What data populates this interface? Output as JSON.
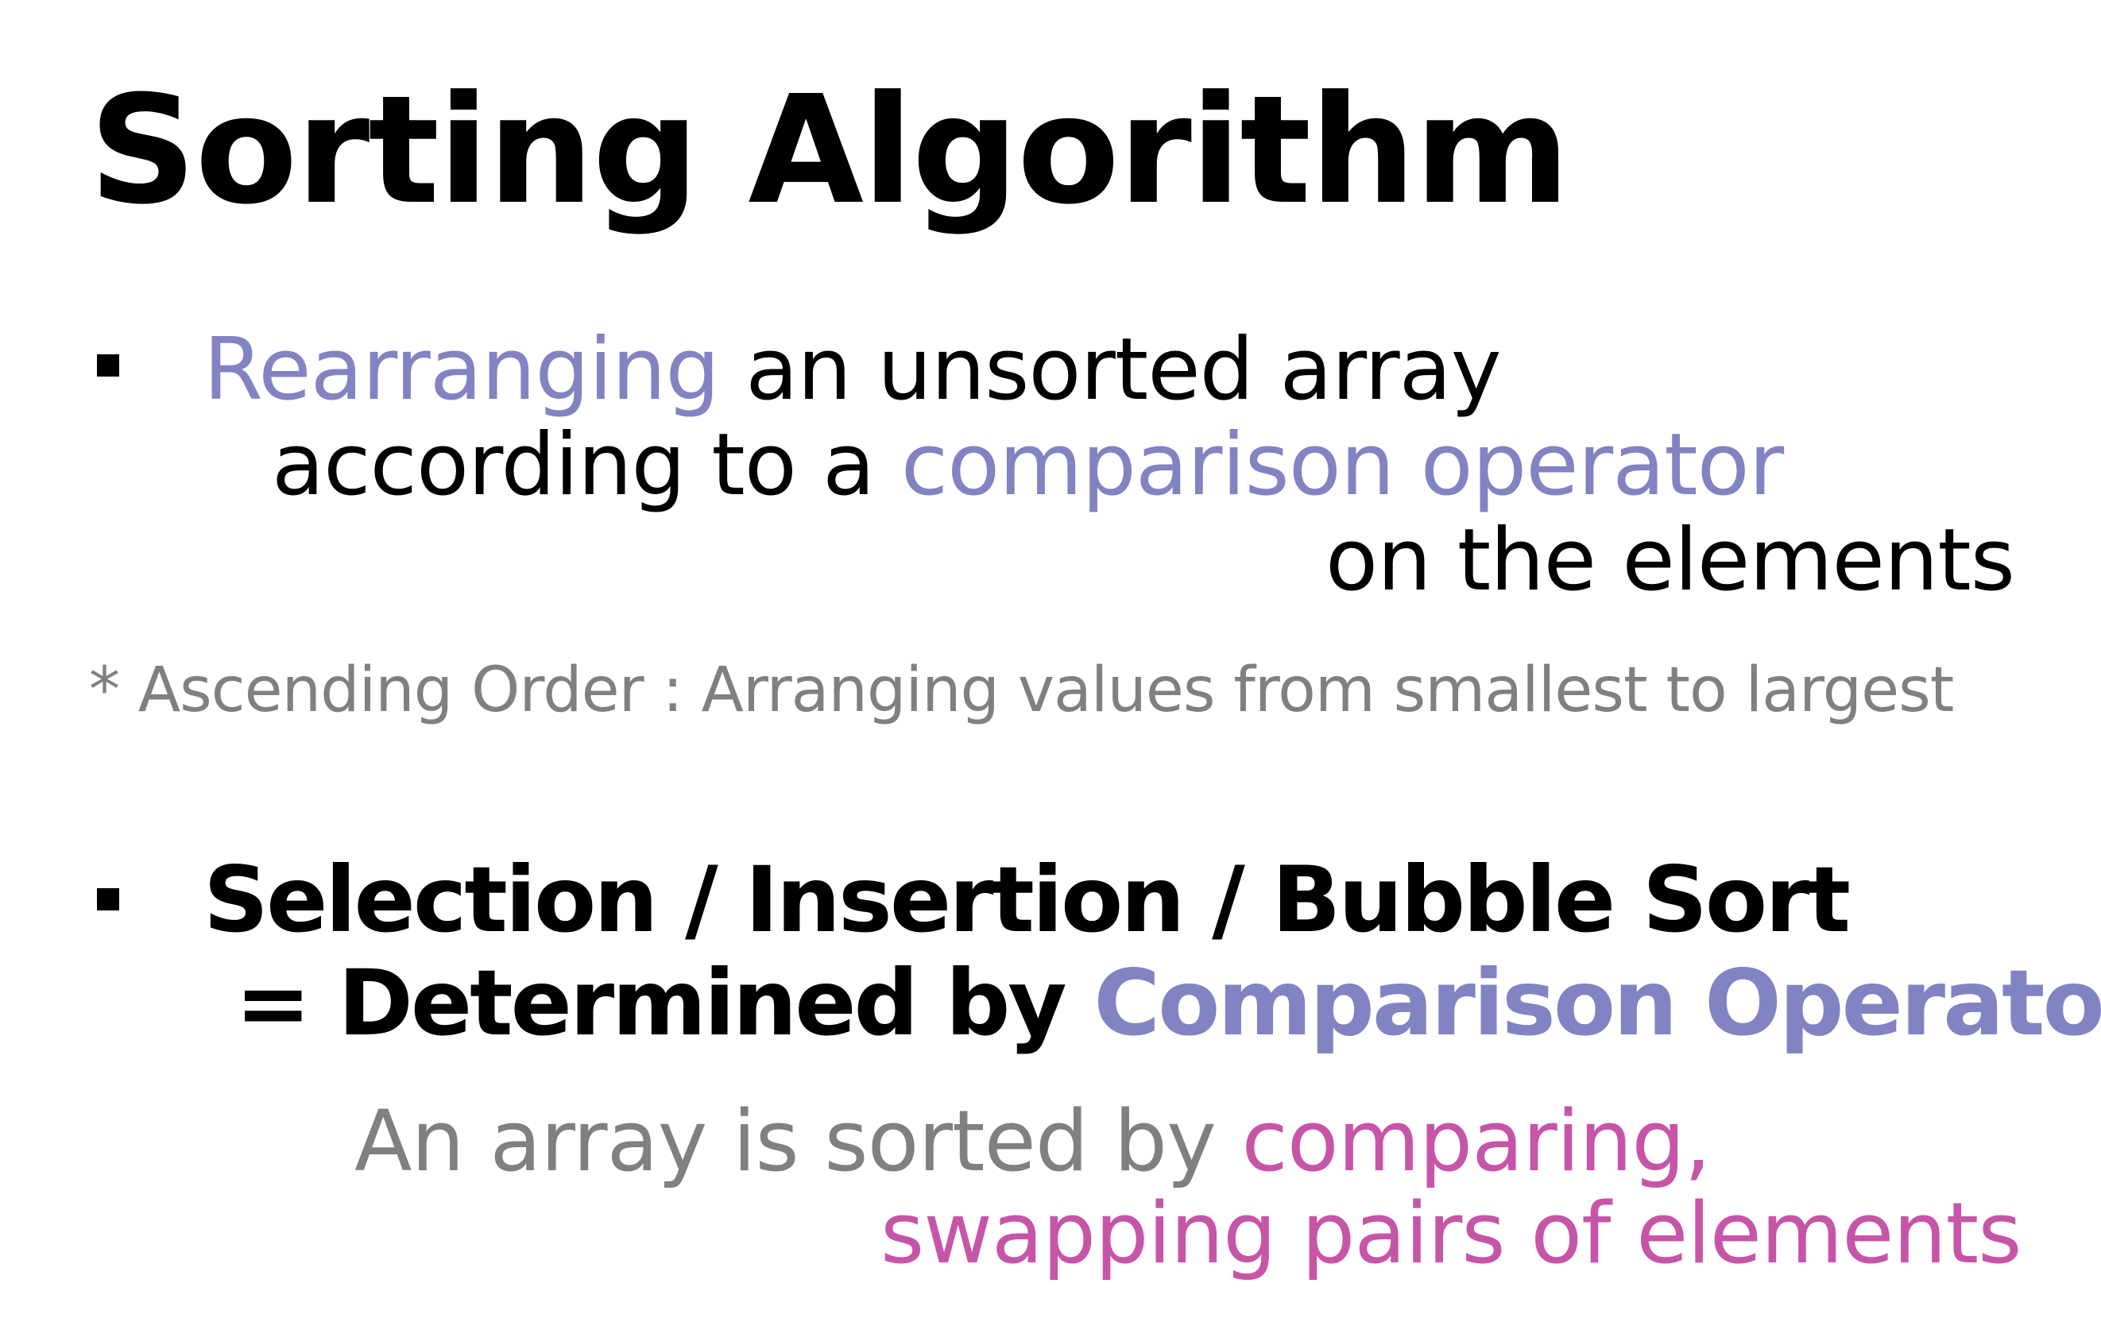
{
  "title": "Sorting Algorithm",
  "colors": {
    "text": "#000000",
    "highlight_purple": "#8183c2",
    "highlight_pink": "#c655a8",
    "note_gray": "#808080"
  },
  "bullet1": {
    "line1": {
      "highlight": "Rearranging",
      "rest": " an unsorted array"
    },
    "line2": {
      "lead": "according to a ",
      "highlight": "comparison operator"
    },
    "line3": "on the elements"
  },
  "note": "* Ascending Order : Arranging values from smallest to largest",
  "bullet2": {
    "line1": "Selection / Insertion / Bubble Sort",
    "line2": {
      "lead": "= Determined by ",
      "highlight": "Comparison Operator"
    }
  },
  "explanation": {
    "line1": {
      "lead": "An array is sorted by ",
      "highlight": "comparing,"
    },
    "line2": "swapping pairs of elements"
  }
}
